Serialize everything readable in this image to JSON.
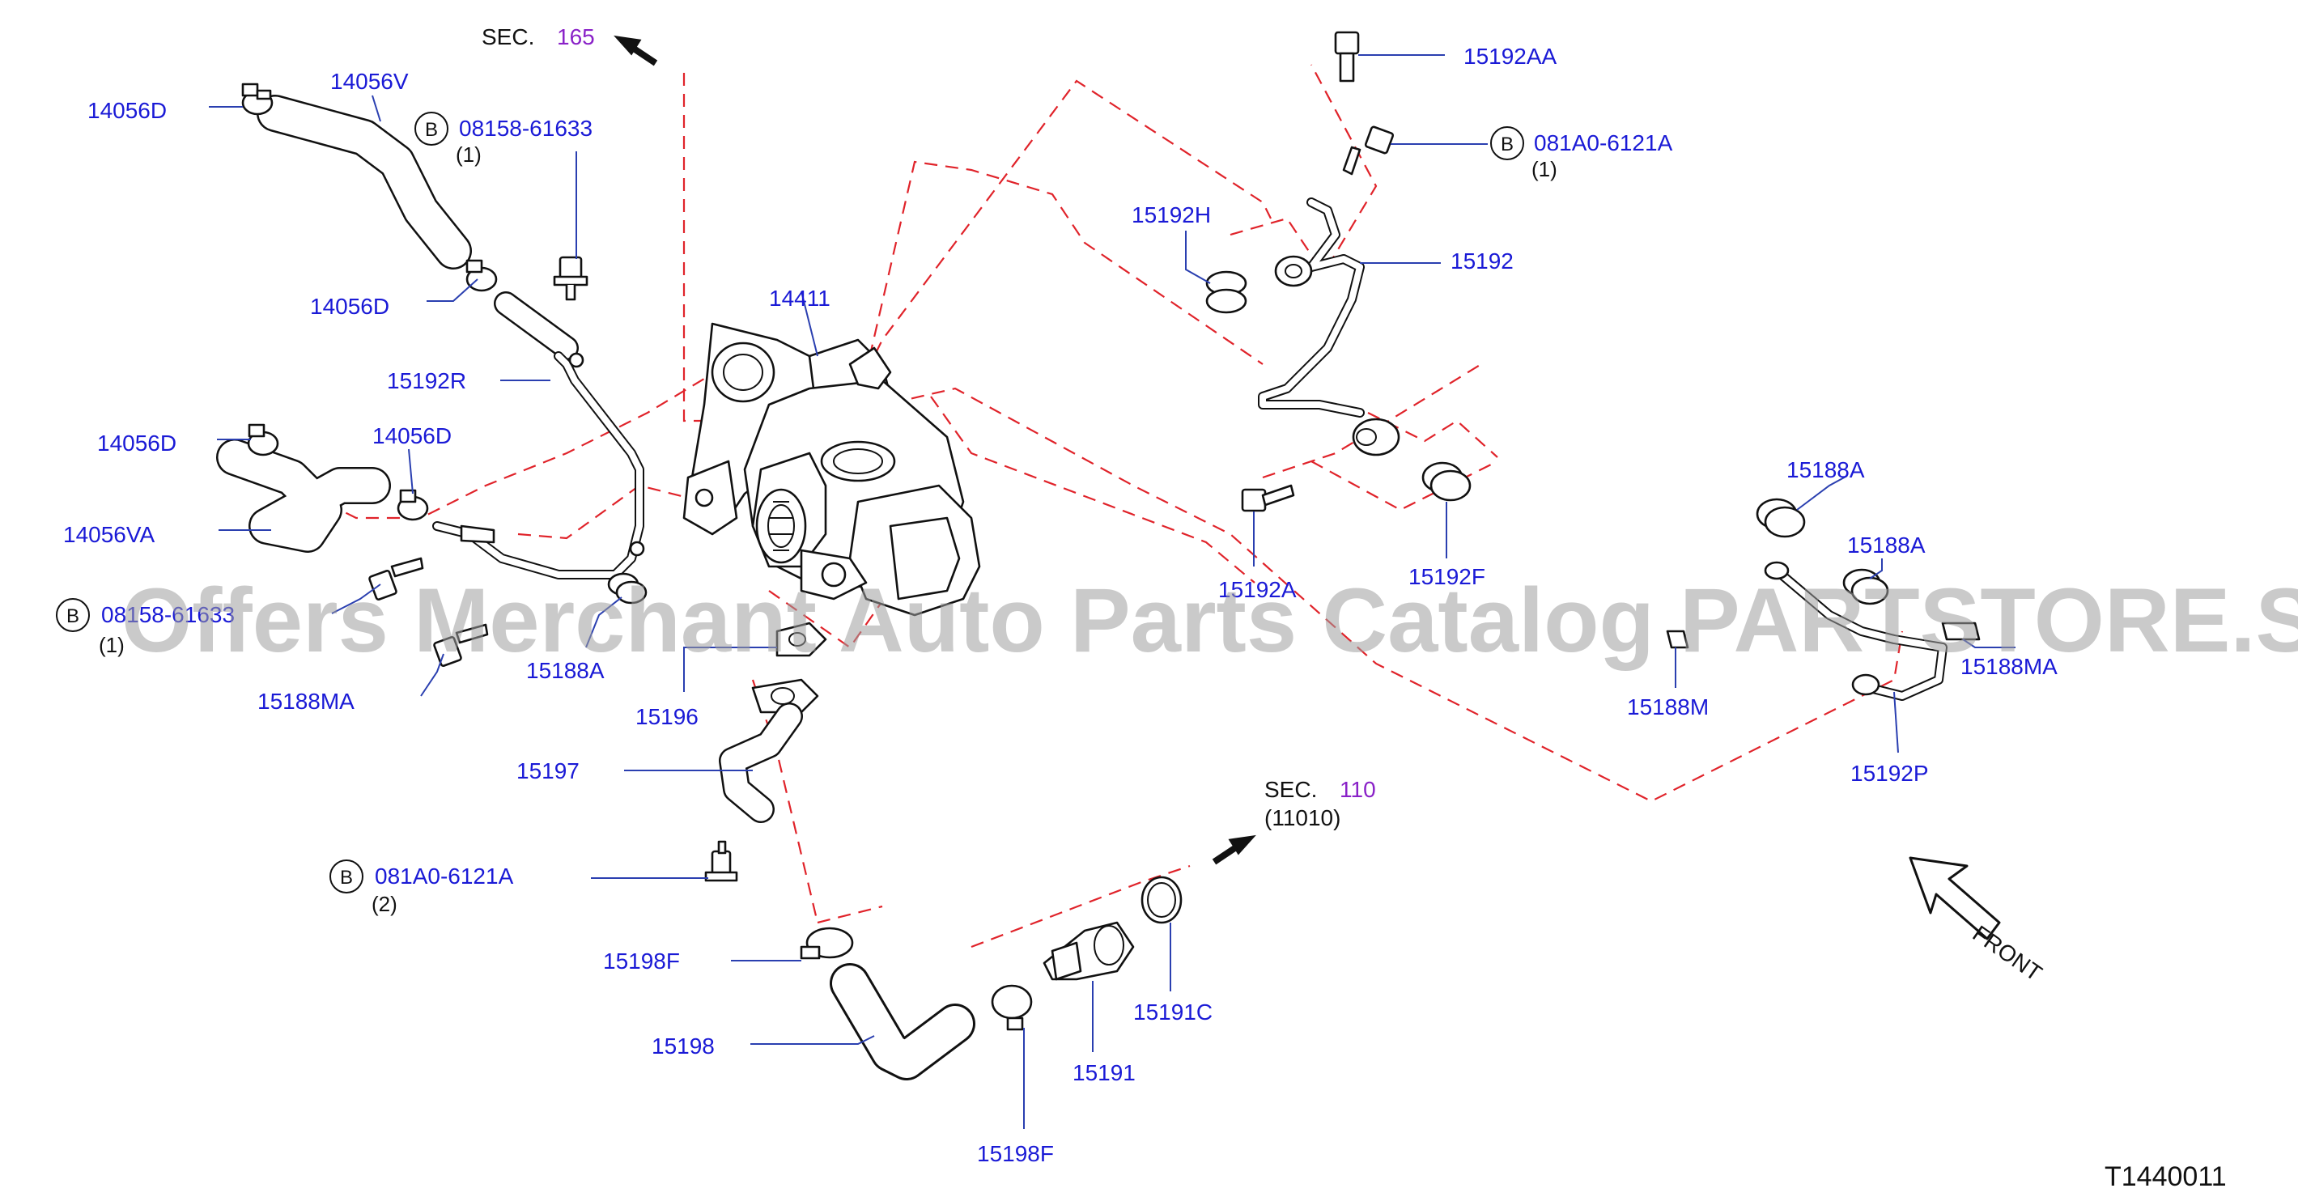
{
  "diagram": {
    "drawing_code": "T1440011",
    "watermark": "Offers Merchant Auto Parts Catalog PARTSTORE.SA",
    "front_label": "FRONT",
    "bolt_marker": "B",
    "sections": [
      {
        "prefix": "SEC.",
        "number": "165",
        "sub": ""
      },
      {
        "prefix": "SEC.",
        "number": "110",
        "sub": "(11010)"
      }
    ],
    "callouts": [
      {
        "id": "14056V",
        "label": "14056V"
      },
      {
        "id": "14056D_a",
        "label": "14056D"
      },
      {
        "id": "14056D_b",
        "label": "14056D"
      },
      {
        "id": "14056D_c",
        "label": "14056D"
      },
      {
        "id": "14056D_d",
        "label": "14056D"
      },
      {
        "id": "14056VA",
        "label": "14056VA"
      },
      {
        "id": "15192R",
        "label": "15192R"
      },
      {
        "id": "14411",
        "label": "14411"
      },
      {
        "id": "15188MA_a",
        "label": "15188MA"
      },
      {
        "id": "15188A_a",
        "label": "15188A"
      },
      {
        "id": "15196",
        "label": "15196"
      },
      {
        "id": "15197",
        "label": "15197"
      },
      {
        "id": "15198F_a",
        "label": "15198F"
      },
      {
        "id": "15198",
        "label": "15198"
      },
      {
        "id": "15198F_b",
        "label": "15198F"
      },
      {
        "id": "15191",
        "label": "15191"
      },
      {
        "id": "15191C",
        "label": "15191C"
      },
      {
        "id": "15192AA",
        "label": "15192AA"
      },
      {
        "id": "15192H",
        "label": "15192H"
      },
      {
        "id": "15192",
        "label": "15192"
      },
      {
        "id": "15192A",
        "label": "15192A"
      },
      {
        "id": "15192F",
        "label": "15192F"
      },
      {
        "id": "15188A_b",
        "label": "15188A"
      },
      {
        "id": "15188A_c",
        "label": "15188A"
      },
      {
        "id": "15188M",
        "label": "15188M"
      },
      {
        "id": "15188MA_b",
        "label": "15188MA"
      },
      {
        "id": "15192P",
        "label": "15192P"
      }
    ],
    "bolt_callouts": [
      {
        "id": "b1",
        "label": "08158-61633",
        "qty": "(1)"
      },
      {
        "id": "b2",
        "label": "081A0-6121A",
        "qty": "(1)"
      },
      {
        "id": "b3",
        "label": "08158-61633",
        "qty": "(1)"
      },
      {
        "id": "b4",
        "label": "081A0-6121A",
        "qty": "(2)"
      }
    ],
    "colors": {
      "callout": "#1a1ad6",
      "leader": "#2a3fb0",
      "dashed": "#e0232a",
      "section_number": "#8a22c8"
    }
  }
}
